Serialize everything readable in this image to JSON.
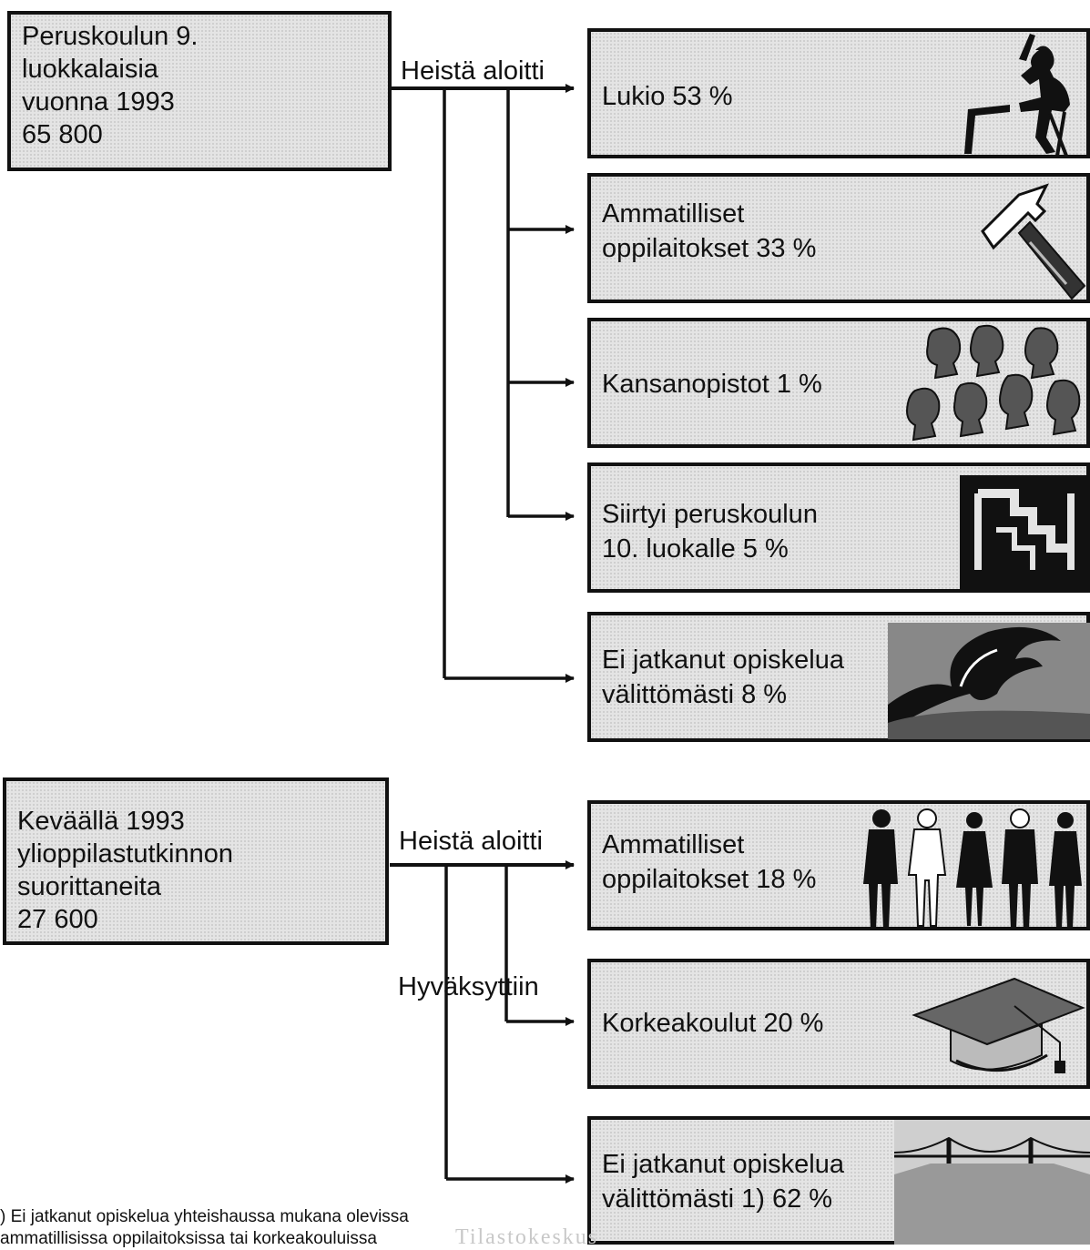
{
  "section1": {
    "source_text": "Peruskoulun 9.\nluokkalaisia\nvuonna 1993\n65 800",
    "branch_label": "Heistä aloitti",
    "outcomes": [
      {
        "text": "Lukio 53 %",
        "icon": "student-at-desk-icon"
      },
      {
        "text": "Ammatilliset\noppilaitokset 33 %",
        "icon": "hammer-icon"
      },
      {
        "text": "Kansanopistot 1 %",
        "icon": "people-heads-icon"
      },
      {
        "text": "Siirtyi peruskoulun\n10. luokalle 5 %",
        "icon": "stairs-logo-icon"
      },
      {
        "text": "Ei jatkanut opiskelua\nvälittömästi 8 %",
        "icon": "wave-icon"
      }
    ]
  },
  "section2": {
    "source_text": "Keväällä 1993\nylioppilastutkinnon\nsuorittaneita\n27 600",
    "branch_label": "Heistä aloitti",
    "accepted_label": "Hyväksyttiin",
    "outcomes": [
      {
        "text": "Ammatilliset\noppilaitokset 18 %",
        "icon": "workers-icon"
      },
      {
        "text": "Korkeakoulut 20 %",
        "icon": "graduation-cap-icon"
      },
      {
        "text": "Ei jatkanut opiskelua\nvälittömästi 1) 62 %",
        "icon": "bridge-icon"
      }
    ]
  },
  "footnote": ") Ei jatkanut opiskelua yhteishaussa mukana olevissa\n ammatillisissa oppilaitoksissa tai korkeakouluissa",
  "watermark": "Tilastokeskus"
}
